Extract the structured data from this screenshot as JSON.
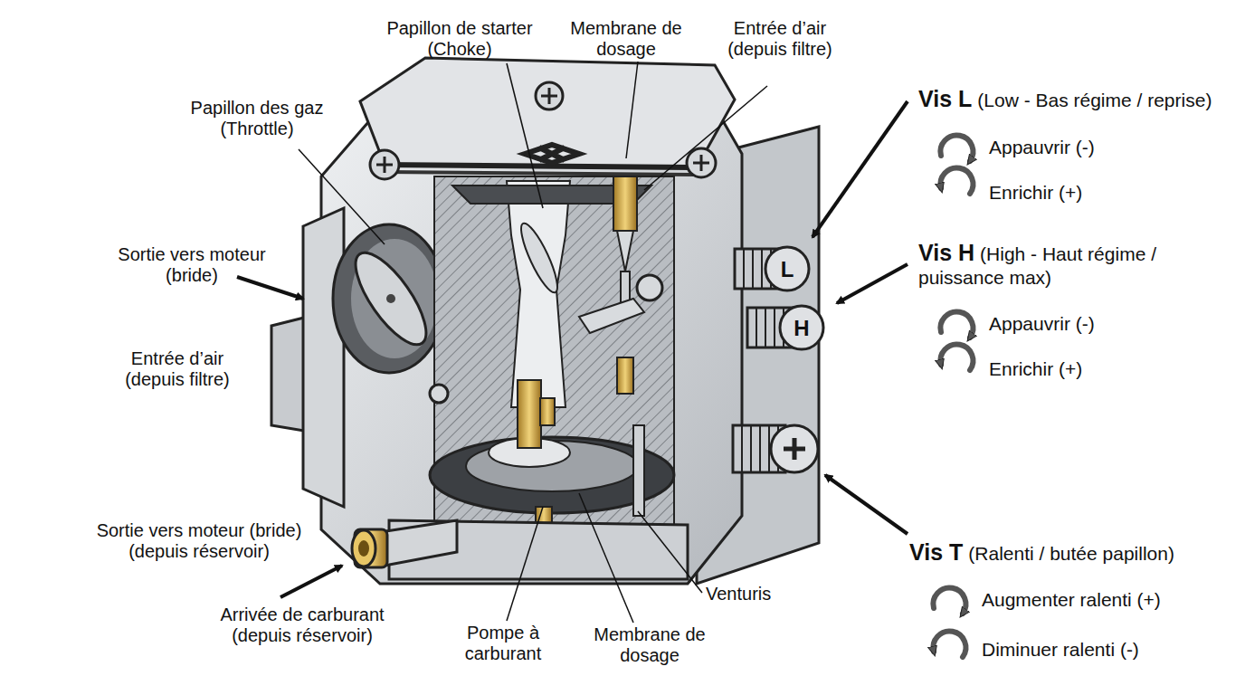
{
  "diagram": {
    "labels": [
      "Papillon de starter (Choke)",
      "Membrane de dosage",
      "Entrée d’air (depuis filtre)",
      "Papillon des gaz (Throttle)",
      "Sortie vers moteur (bride)",
      "Entrée d’air (depuis filtre)",
      "Sortie vers moteur (bride) (depuis réservoir)",
      "Arrivée de carburant (depuis réservoir)",
      "Pompe à carburant",
      "Membrane de dosage",
      "Venturis",
      "Vis L",
      "(Low - Bas régime / reprise)",
      "Appauvrir (-)",
      "Enrichir (+)",
      "Vis H",
      "(High - Haut régime / puissance max)",
      "Appauvrir (-)",
      "Enrichir (+)",
      "Vis T",
      "(Ralenti / butée papillon)",
      "Augmenter ralenti (+)",
      "Diminuer ralenti (-)",
      "L",
      "H"
    ]
  }
}
